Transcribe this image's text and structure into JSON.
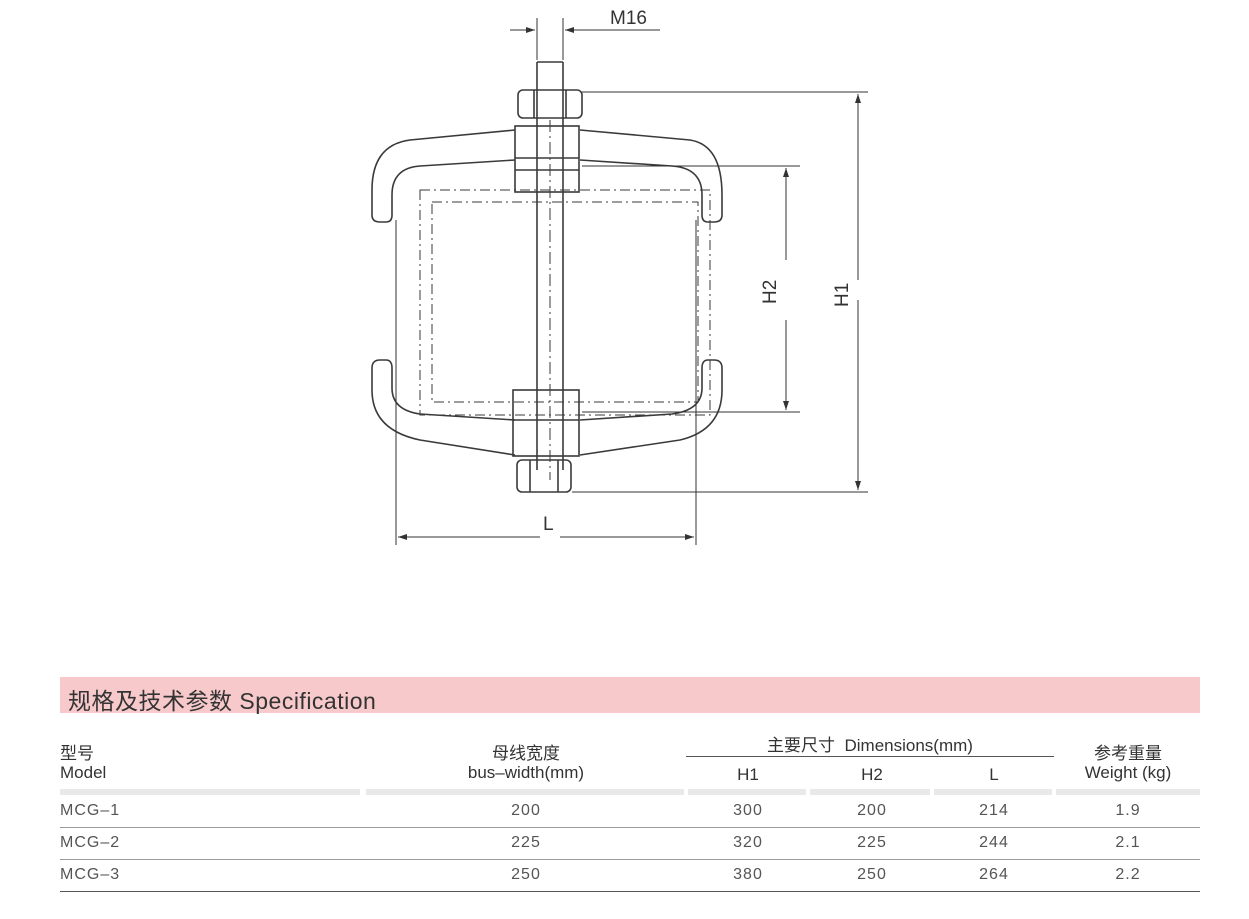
{
  "drawing": {
    "labels": {
      "thread": "M16",
      "h1": "H1",
      "h2": "H2",
      "l": "L"
    }
  },
  "table": {
    "title": "规格及技术参数 Specification",
    "headers": {
      "model_cn": "型号",
      "model_en": "Model",
      "bus_cn": "母线宽度",
      "bus_en": "bus–width(mm)",
      "dims": "主要尺寸  Dimensions(mm)",
      "h1": "H1",
      "h2": "H2",
      "l": "L",
      "weight_cn": "参考重量",
      "weight_en": "Weight (kg)"
    },
    "rows": [
      {
        "model": "MCG–1",
        "bus": "200",
        "h1": "300",
        "h2": "200",
        "l": "214",
        "weight": "1.9"
      },
      {
        "model": "MCG–2",
        "bus": "225",
        "h1": "320",
        "h2": "225",
        "l": "244",
        "weight": "2.1"
      },
      {
        "model": "MCG–3",
        "bus": "250",
        "h1": "380",
        "h2": "250",
        "l": "264",
        "weight": "2.2"
      }
    ]
  },
  "colors": {
    "header_band": "#f7c9cb",
    "line": "#3a3a3a"
  }
}
